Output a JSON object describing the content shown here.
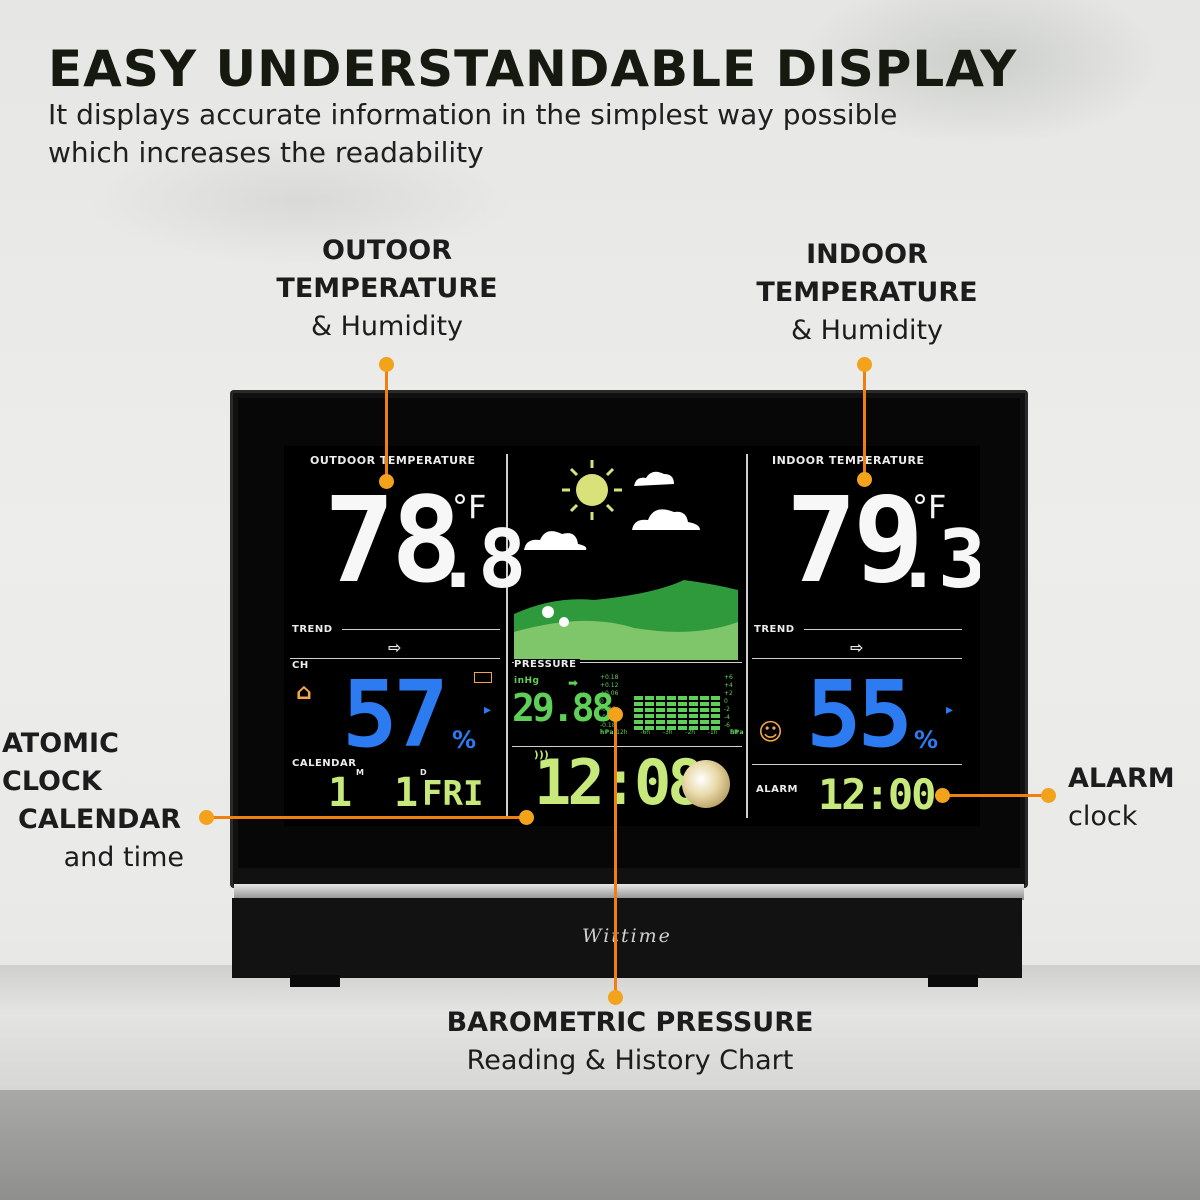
{
  "headline": "EASY UNDERSTANDABLE DISPLAY",
  "subheadline_line1": "It displays accurate information in the simplest way possible",
  "subheadline_line2": "which increases the readability",
  "callouts": {
    "outdoor": {
      "l1": "OUTOOR",
      "l2": "TEMPERATURE",
      "l3": "& Humidity"
    },
    "indoor": {
      "l1": "INDOOR",
      "l2": "TEMPERATURE",
      "l3": "& Humidity"
    },
    "atomic": {
      "l1": "ATOMIC CLOCK",
      "l2": "CALENDAR",
      "l3": "and time"
    },
    "alarm": {
      "l1": "ALARM",
      "l2": "clock"
    },
    "pressure": {
      "l1": "BAROMETRIC PRESSURE",
      "l2": "Reading & History Chart"
    }
  },
  "device": {
    "brand": "Wittime",
    "outdoor": {
      "label": "OUTDOOR TEMPERATURE",
      "temp_main": "78",
      "temp_dec": ".8",
      "unit": "°F",
      "trend_label": "TREND",
      "ch_label": "CH",
      "humidity": "57",
      "humidity_unit": "%",
      "calendar_label": "CALENDAR",
      "month": "1",
      "month_mark": "M",
      "day": "1",
      "day_mark": "D",
      "weekday": "FRI"
    },
    "center": {
      "pressure_label": "PRESSURE",
      "pressure_unit": "inHg",
      "pressure_value": "29.88",
      "scale_left": [
        "+0.18",
        "+0.12",
        "+0.06",
        "0",
        "-0.06",
        "-0.12",
        "-0.18"
      ],
      "scale_right": [
        "+6",
        "+4",
        "+2",
        "0",
        "-2",
        "-4",
        "-6"
      ],
      "hours": [
        "-12h",
        "-6h",
        "-3h",
        "-2h",
        "-1h",
        "0h"
      ],
      "hpa_label": "hPa",
      "hpa_label_right": "hPa",
      "time": "12:08"
    },
    "indoor": {
      "label": "INDOOR TEMPERATURE",
      "temp_main": "79",
      "temp_dec": ".3",
      "unit": "°F",
      "trend_label": "TREND",
      "humidity": "55",
      "humidity_unit": "%",
      "alarm_label": "ALARM",
      "alarm_time": "12:00"
    }
  },
  "colors": {
    "accent": "#f07f12",
    "dot": "#f3a21b",
    "lcd_blue": "#2d7bf0",
    "lcd_lime": "#c7e87a"
  }
}
